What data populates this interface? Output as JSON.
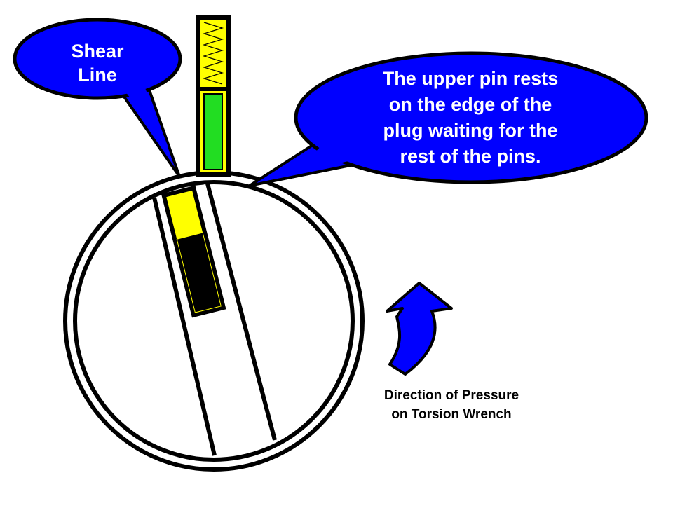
{
  "callouts": {
    "shear_line": {
      "line1": "Shear",
      "line2": "Line"
    },
    "upper_pin": {
      "line1": "The upper pin rests",
      "line2": "on the edge of the",
      "line3": "plug waiting for the",
      "line4": "rest of the pins."
    }
  },
  "caption": {
    "line1": "Direction of Pressure",
    "line2": "on Torsion Wrench"
  },
  "colors": {
    "callout_fill": "#0000ff",
    "callout_text": "#ffffff",
    "spring_pin": "#ffff00",
    "upper_pin": "#00dd00",
    "key_pin_top": "#ffff00",
    "key_pin_bottom": "#000000",
    "arrow": "#0000ff",
    "outline": "#000000"
  }
}
